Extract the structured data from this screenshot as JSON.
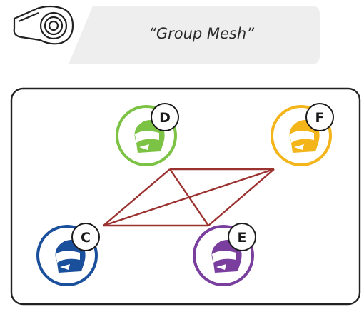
{
  "banner": {
    "text": "“Group Mesh”",
    "device_icon": "intercom-device-icon"
  },
  "nodes": [
    {
      "id": "D",
      "label": "D",
      "color": "#7cc244",
      "icon": "helmet-icon"
    },
    {
      "id": "F",
      "label": "F",
      "color": "#f4b51b",
      "icon": "helmet-icon"
    },
    {
      "id": "C",
      "label": "C",
      "color": "#1a4f9c",
      "icon": "helmet-icon"
    },
    {
      "id": "E",
      "label": "E",
      "color": "#7a3f9e",
      "icon": "helmet-icon"
    }
  ],
  "mesh": {
    "line_color": "#9b3230",
    "links": [
      [
        "C",
        "D"
      ],
      [
        "D",
        "F"
      ],
      [
        "F",
        "E"
      ],
      [
        "E",
        "C"
      ],
      [
        "C",
        "F"
      ],
      [
        "D",
        "E"
      ]
    ]
  }
}
